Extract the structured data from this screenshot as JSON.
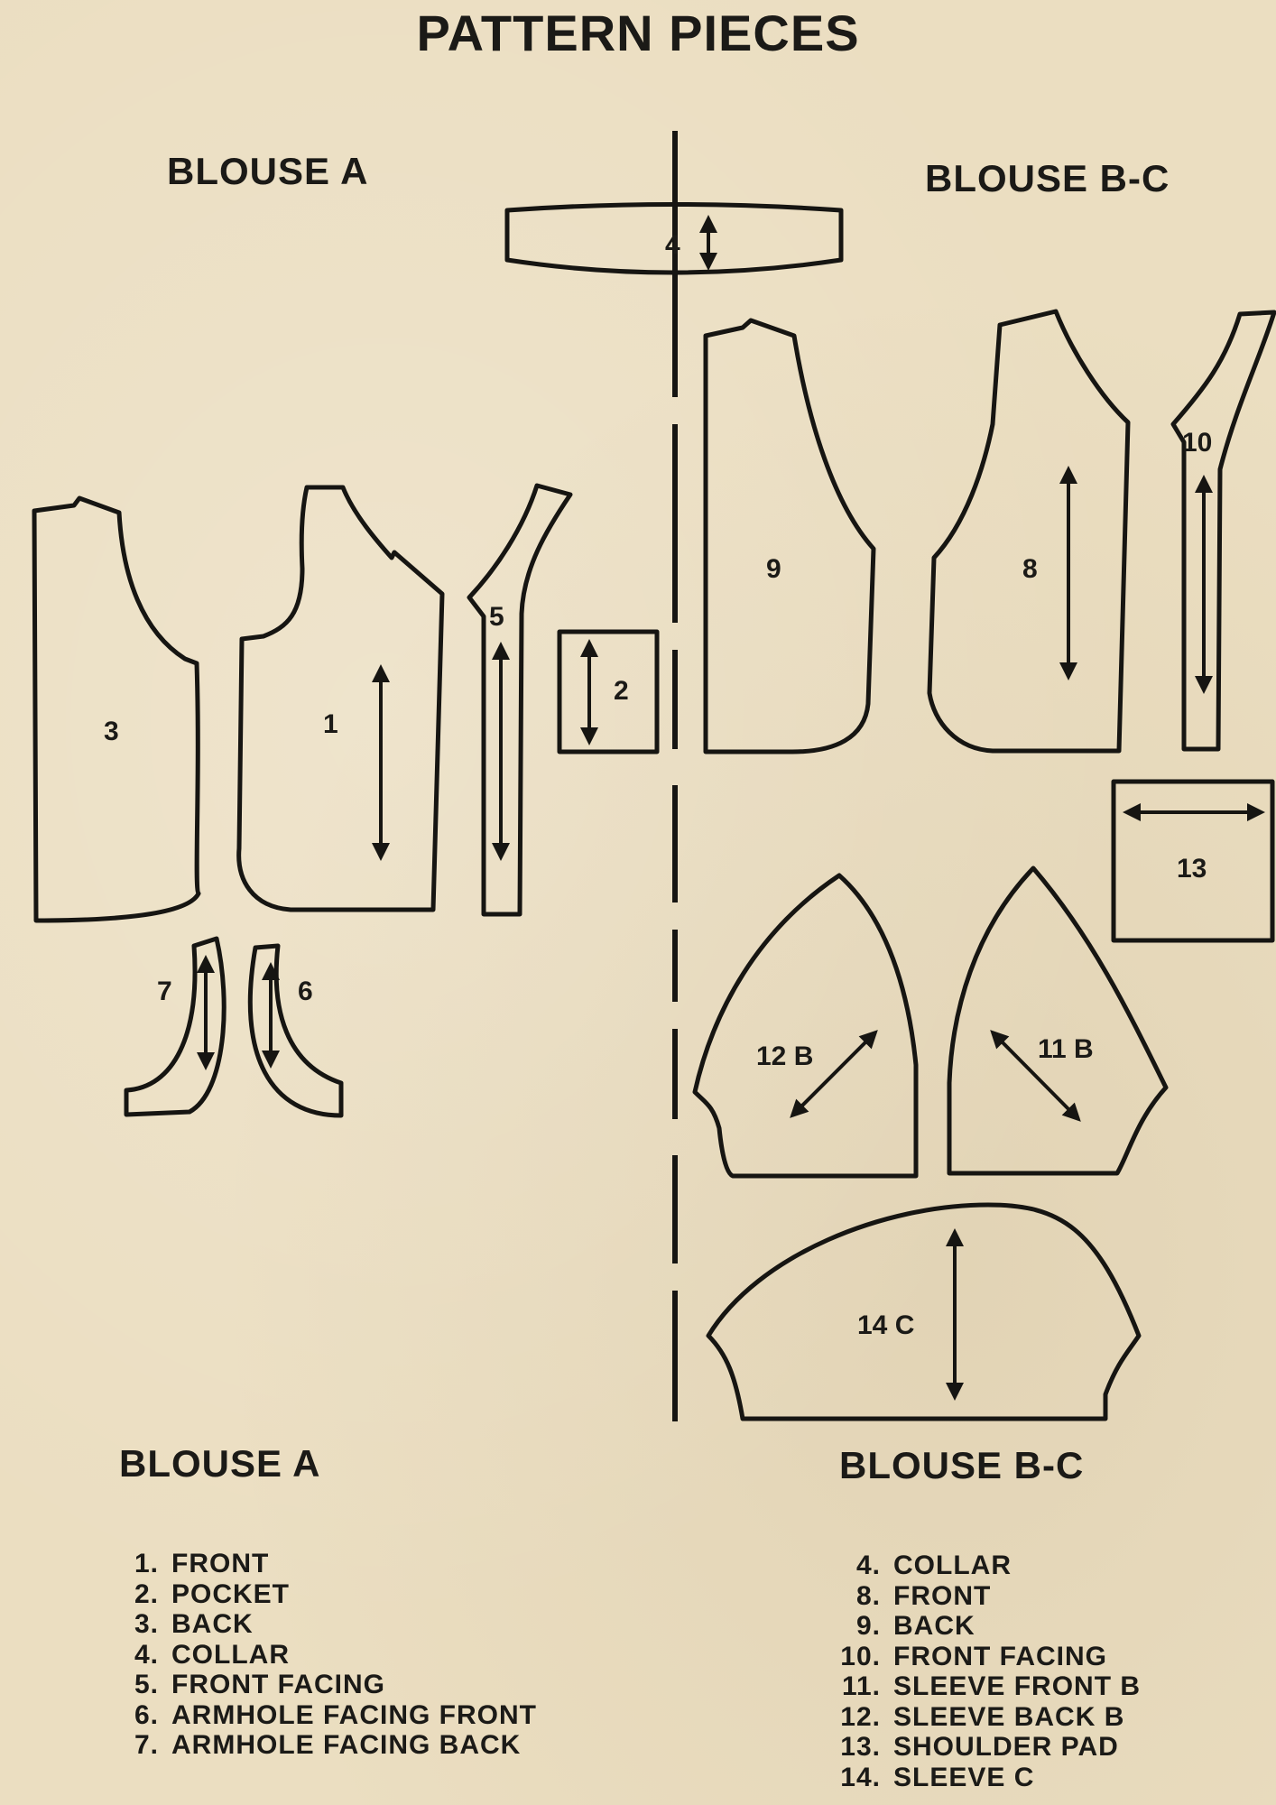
{
  "title": "PATTERN PIECES",
  "headers": {
    "blouse_a": "BLOUSE A",
    "blouse_bc": "BLOUSE B-C"
  },
  "piece_labels": {
    "p1": "1",
    "p2": "2",
    "p3": "3",
    "p4": "4",
    "p5": "5",
    "p6": "6",
    "p7": "7",
    "p8": "8",
    "p9": "9",
    "p10": "10",
    "p11": "11 B",
    "p12": "12 B",
    "p13": "13",
    "p14": "14 C"
  },
  "legend": {
    "blouse_a": {
      "title": "BLOUSE A",
      "items": [
        {
          "num": "1.",
          "name": "FRONT"
        },
        {
          "num": "2.",
          "name": "POCKET"
        },
        {
          "num": "3.",
          "name": "BACK"
        },
        {
          "num": "4.",
          "name": "COLLAR"
        },
        {
          "num": "5.",
          "name": "FRONT FACING"
        },
        {
          "num": "6.",
          "name": "ARMHOLE FACING FRONT"
        },
        {
          "num": "7.",
          "name": "ARMHOLE FACING BACK"
        }
      ]
    },
    "blouse_bc": {
      "title": "BLOUSE B-C",
      "items": [
        {
          "num": "4.",
          "name": "COLLAR"
        },
        {
          "num": "8.",
          "name": "FRONT"
        },
        {
          "num": "9.",
          "name": "BACK"
        },
        {
          "num": "10.",
          "name": "FRONT FACING"
        },
        {
          "num": "11.",
          "name": "SLEEVE FRONT B"
        },
        {
          "num": "12.",
          "name": "SLEEVE BACK B"
        },
        {
          "num": "13.",
          "name": "SHOULDER PAD"
        },
        {
          "num": "14.",
          "name": "SLEEVE C"
        }
      ]
    }
  }
}
